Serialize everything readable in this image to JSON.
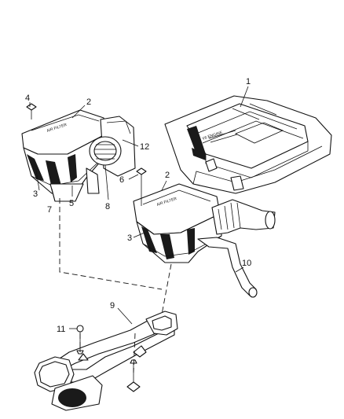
{
  "callouts": [
    {
      "id": "c1",
      "label": "1"
    },
    {
      "id": "c2a",
      "label": "2"
    },
    {
      "id": "c2b",
      "label": "2"
    },
    {
      "id": "c3a",
      "label": "3"
    },
    {
      "id": "c3b",
      "label": "3"
    },
    {
      "id": "c4",
      "label": "4"
    },
    {
      "id": "c5",
      "label": "5"
    },
    {
      "id": "c6",
      "label": "6"
    },
    {
      "id": "c7",
      "label": "7"
    },
    {
      "id": "c8",
      "label": "8"
    },
    {
      "id": "c9",
      "label": "9"
    },
    {
      "id": "c10",
      "label": "10"
    },
    {
      "id": "c11",
      "label": "11"
    },
    {
      "id": "c12",
      "label": "12"
    }
  ]
}
